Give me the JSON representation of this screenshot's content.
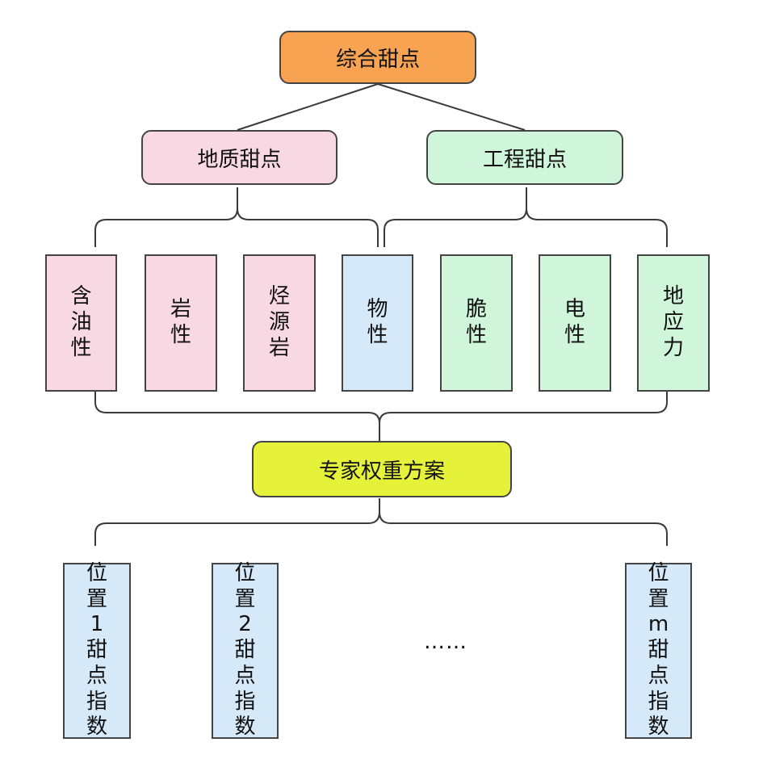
{
  "top": {
    "label": "综合甜点",
    "color": "#f7a352"
  },
  "groups": [
    {
      "label": "地质甜点",
      "color": "#f8d9e3"
    },
    {
      "label": "工程甜点",
      "color": "#cff5da"
    }
  ],
  "factors": [
    {
      "label": "含油性",
      "color": "#f8d9e3"
    },
    {
      "label": "岩性",
      "color": "#f8d9e3"
    },
    {
      "label": "烃源岩",
      "color": "#f8d9e3"
    },
    {
      "label": "物性",
      "color": "#d5e9f9"
    },
    {
      "label": "脆性",
      "color": "#cff5da"
    },
    {
      "label": "电性",
      "color": "#cff5da"
    },
    {
      "label": "地应力",
      "color": "#cff5da"
    }
  ],
  "scheme": {
    "label": "专家权重方案",
    "color": "#e6f23a"
  },
  "positions": [
    {
      "label": "位置1甜点指数",
      "index": "1"
    },
    {
      "label": "位置2甜点指数",
      "index": "2"
    },
    {
      "label": "位置m甜点指数",
      "index": "m"
    }
  ],
  "ellipsis": "……"
}
